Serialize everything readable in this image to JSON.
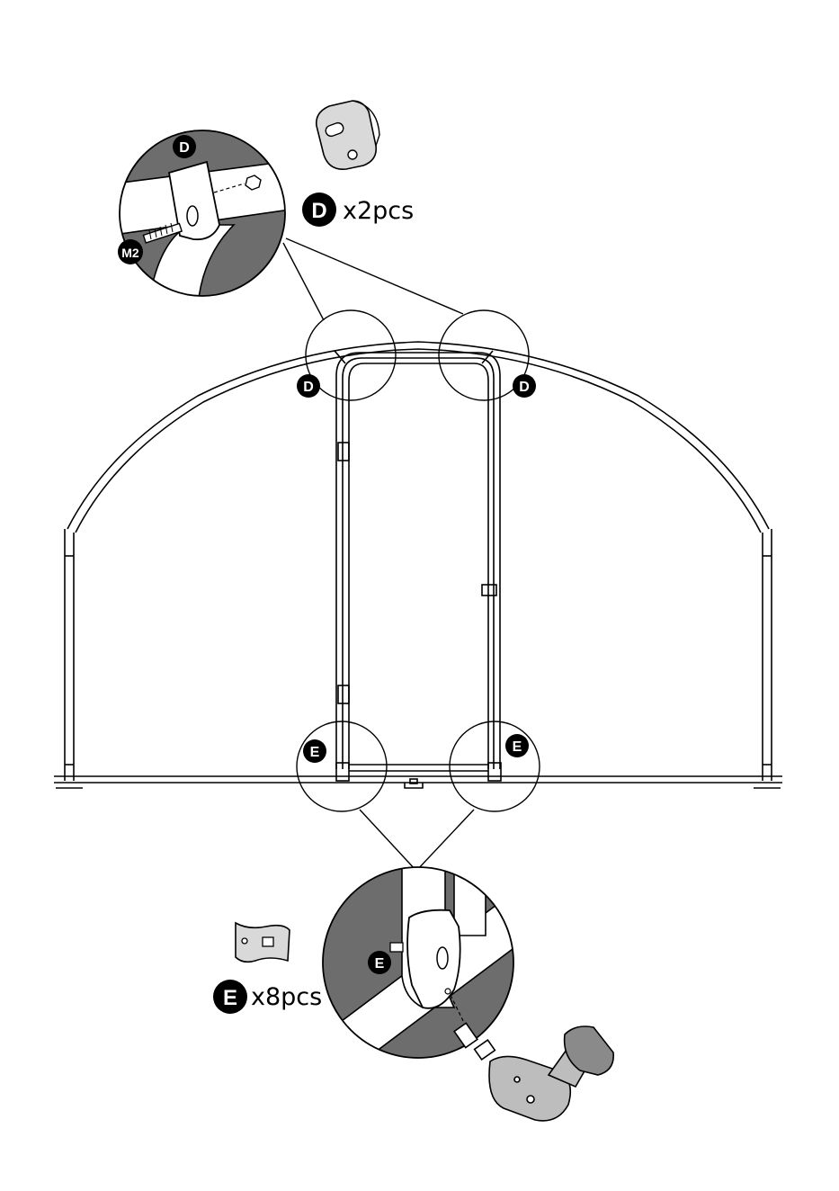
{
  "parts": {
    "D": {
      "badge": "D",
      "quantity": "x2pcs"
    },
    "E": {
      "badge": "E",
      "quantity": "x8pcs"
    },
    "bolt": {
      "badge": "M2"
    }
  },
  "callouts": {
    "top_left": "D",
    "top_right": "D",
    "bottom_left": "E",
    "bottom_right": "E",
    "detail_top_bracket": "D",
    "detail_bottom_bracket": "E"
  },
  "colors": {
    "ink": "#000000",
    "shade": "#6d6d6d",
    "paper": "#ffffff"
  },
  "icons": [
    "bracket-d-icon",
    "bracket-e-icon",
    "drill-icon",
    "bolt-icon",
    "nut-icon"
  ]
}
